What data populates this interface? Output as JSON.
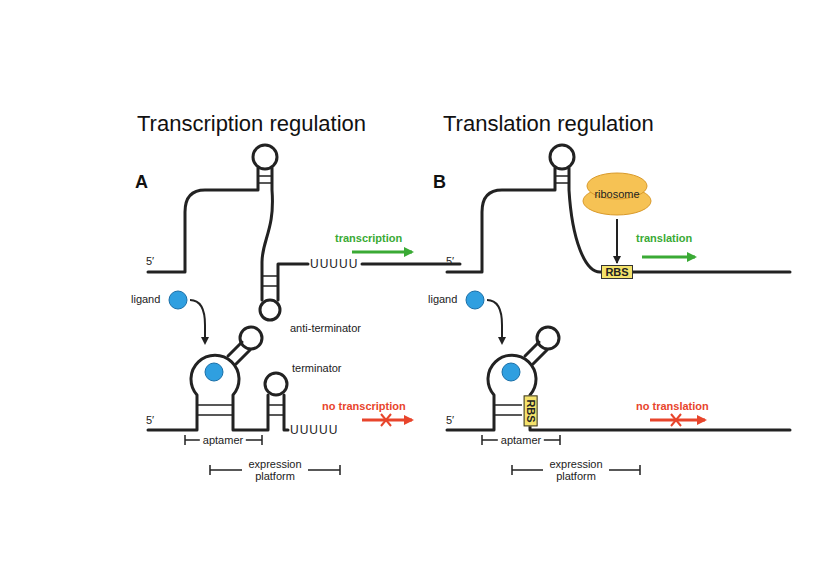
{
  "diagram": {
    "nodes": [
      {
        "text": [
          "ribosome"
        ]
      },
      {
        "text": [
          "RBS"
        ]
      },
      {
        "text": [
          "RBS"
        ]
      }
    ],
    "edges": [
      {
        "from": 0,
        "to": 1,
        "arrow": "to"
      }
    ],
    "labels": [
      "Transcription regulation",
      "Translation regulation",
      "A",
      "5′",
      "transcription",
      "UUUUU",
      "anti-terminator",
      "ligand",
      "terminator",
      "5′",
      "no transcription",
      "UUUUU",
      "aptamer",
      "expression platform",
      "B",
      "5′",
      "translation",
      "ligand",
      "5′",
      "no translation",
      "aptamer",
      "expression platform"
    ]
  }
}
